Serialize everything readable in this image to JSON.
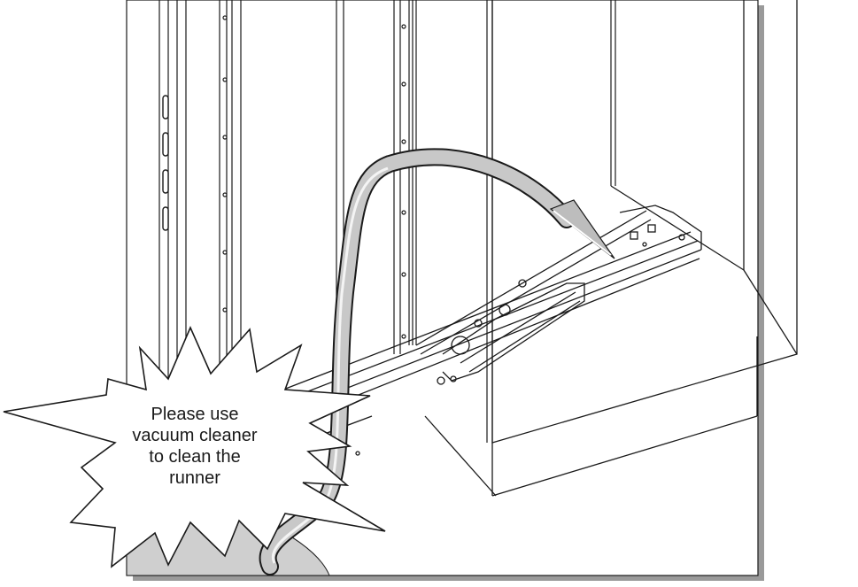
{
  "callout": {
    "lines": [
      "Please use",
      "vacuum cleaner",
      "to clean the",
      "runner"
    ]
  },
  "colors": {
    "line": "#1a1a1a",
    "frame_shadow": "#9a9a9a",
    "hose": "#c8c8c8",
    "floor_patch": "#cfcfcf"
  }
}
